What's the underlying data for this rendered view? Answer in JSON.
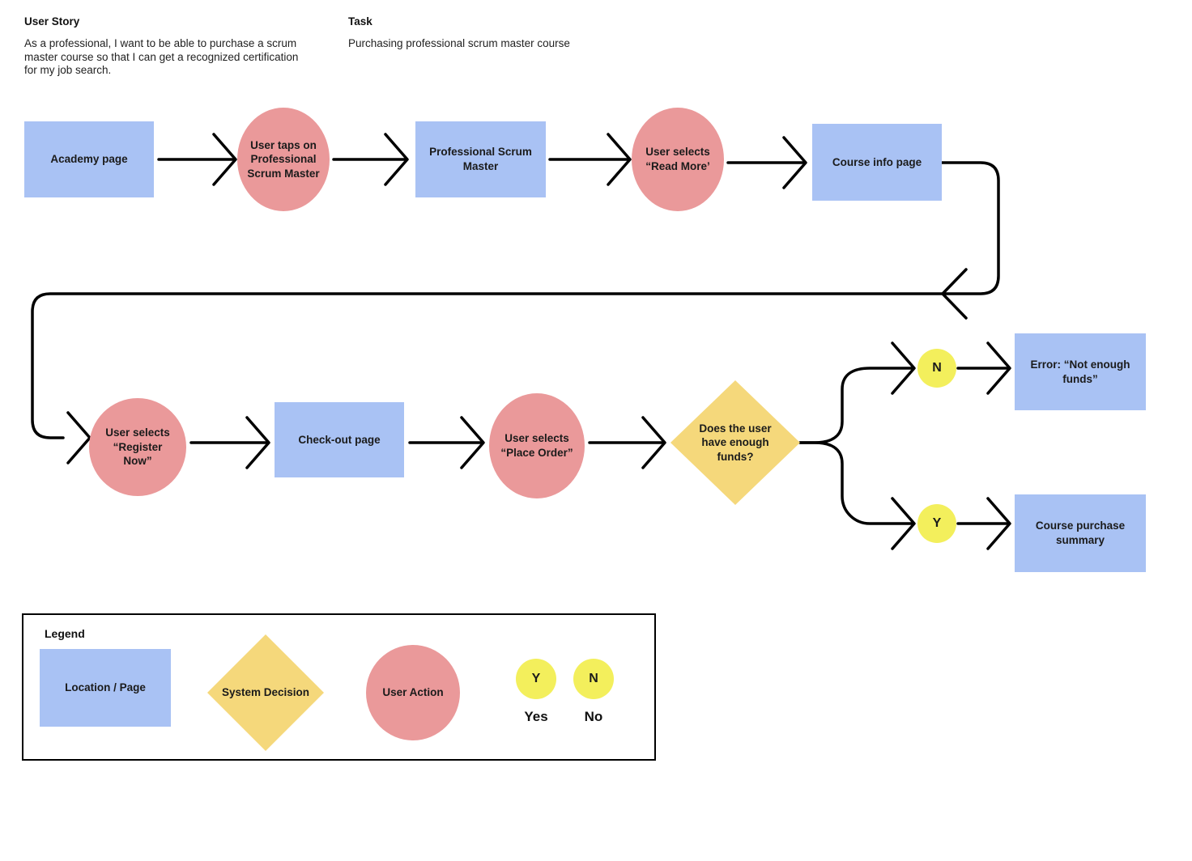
{
  "header": {
    "user_story_title": "User Story",
    "user_story_text": "As a professional, I want to be able to purchase a scrum master course so that I can get a recognized certification for my job search.",
    "task_title": "Task",
    "task_text": "Purchasing professional scrum master course"
  },
  "flow": {
    "academy_page": "Academy page",
    "user_taps_psm": "User taps on Professional Scrum Master",
    "professional_scrum_master": "Professional Scrum Master",
    "user_selects_read_more": "User selects “Read More’",
    "course_info_page": "Course info page",
    "user_selects_register_now": "User selects “Register Now”",
    "checkout_page": "Check-out page",
    "user_selects_place_order": "User selects “Place Order”",
    "decision_enough_funds": "Does the user have enough funds?",
    "branch_no": "N",
    "branch_yes": "Y",
    "error_not_enough_funds": "Error: “Not enough funds”",
    "course_purchase_summary": "Course purchase summary"
  },
  "legend": {
    "title": "Legend",
    "location_page": "Location / Page",
    "system_decision": "System Decision",
    "user_action": "User Action",
    "y_marker": "Y",
    "n_marker": "N",
    "yes_label": "Yes",
    "no_label": "No"
  },
  "colors": {
    "location_blue": "#a9c2f4",
    "action_pink": "#ea999a",
    "decision_gold": "#f5d87b",
    "yesno_yellow": "#f3ef5c"
  }
}
